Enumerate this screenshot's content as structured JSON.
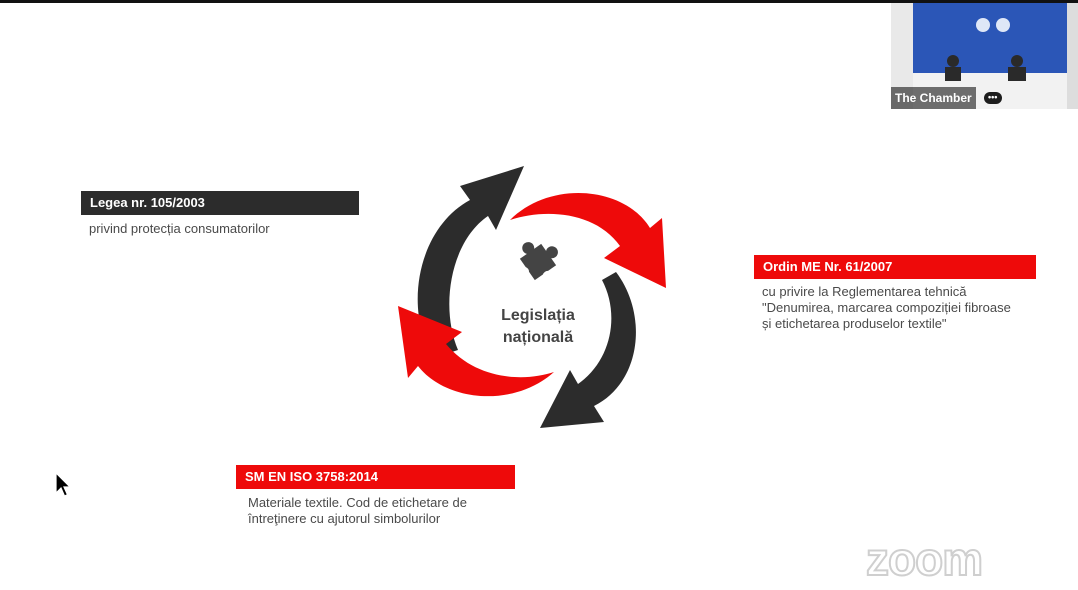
{
  "slide": {
    "center_line1": "Legislația",
    "center_line2": "națională",
    "items": [
      {
        "label": "Legea nr. 105/2003",
        "desc": [
          "privind protecția consumatorilor"
        ]
      },
      {
        "label": "Ordin ME Nr. 61/2007",
        "desc": [
          "cu privire la Reglementarea tehnică",
          "\"Denumirea, marcarea compoziției fibroase",
          "și etichetarea produselor textile\""
        ]
      },
      {
        "label": "SM EN ISO 3758:2014",
        "desc": [
          "Materiale textile. Cod de etichetare de",
          "întreţinere cu ajutorul simbolurilor"
        ]
      }
    ]
  },
  "video": {
    "participant_name": "The Chamber",
    "more_label": "•••"
  },
  "watermark": "zoom",
  "colors": {
    "red": "#ee0a0a",
    "dark": "#2c2c2c",
    "video_bg": "#2b56b7"
  }
}
